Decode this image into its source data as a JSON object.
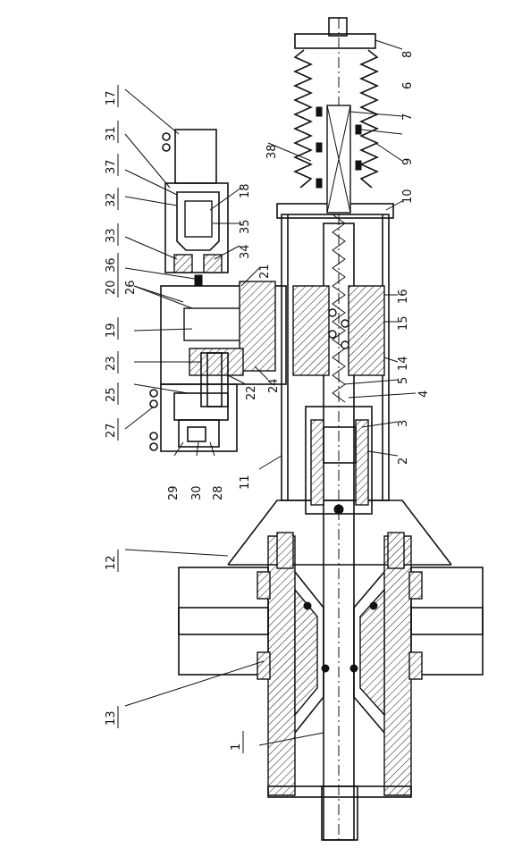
{
  "labels": {
    "l1": "1",
    "l2": "2",
    "l3": "3",
    "l4": "4",
    "l5": "5",
    "l6": "6",
    "l7": "7",
    "l8": "8",
    "l9": "9",
    "l10": "10",
    "l11": "11",
    "l12": "12",
    "l13": "13",
    "l14": "14",
    "l15": "15",
    "l16": "16",
    "l17": "17",
    "l18": "18",
    "l19": "19",
    "l20": "20",
    "l21": "21",
    "l22": "22",
    "l23": "23",
    "l24": "24",
    "l25": "25",
    "l26": "26",
    "l27": "27",
    "l28": "28",
    "l29": "29",
    "l30": "30",
    "l31": "31",
    "l32": "32",
    "l33": "33",
    "l34": "34",
    "l35": "35",
    "l36": "36",
    "l37": "37",
    "l38": "38"
  }
}
